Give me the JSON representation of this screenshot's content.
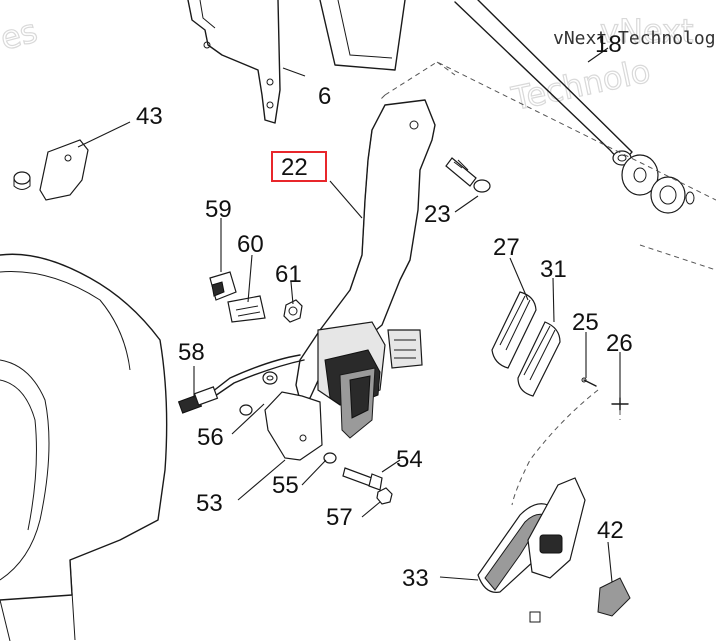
{
  "watermark": {
    "line1": "vNext",
    "line2": "Technolo",
    "brand_text": "vNext Technolog",
    "left_fragment": "es"
  },
  "highlight": {
    "color": "#e8262b",
    "part": "22"
  },
  "parts": [
    {
      "id": "p6",
      "label": "6"
    },
    {
      "id": "p18",
      "label": "18"
    },
    {
      "id": "p43",
      "label": "43"
    },
    {
      "id": "p22",
      "label": "22"
    },
    {
      "id": "p23",
      "label": "23"
    },
    {
      "id": "p59",
      "label": "59"
    },
    {
      "id": "p60",
      "label": "60"
    },
    {
      "id": "p61",
      "label": "61"
    },
    {
      "id": "p27",
      "label": "27"
    },
    {
      "id": "p31",
      "label": "31"
    },
    {
      "id": "p25",
      "label": "25"
    },
    {
      "id": "p26",
      "label": "26"
    },
    {
      "id": "p58",
      "label": "58"
    },
    {
      "id": "p56",
      "label": "56"
    },
    {
      "id": "p54",
      "label": "54"
    },
    {
      "id": "p55",
      "label": "55"
    },
    {
      "id": "p53",
      "label": "53"
    },
    {
      "id": "p57",
      "label": "57"
    },
    {
      "id": "p42",
      "label": "42"
    },
    {
      "id": "p33",
      "label": "33"
    }
  ]
}
